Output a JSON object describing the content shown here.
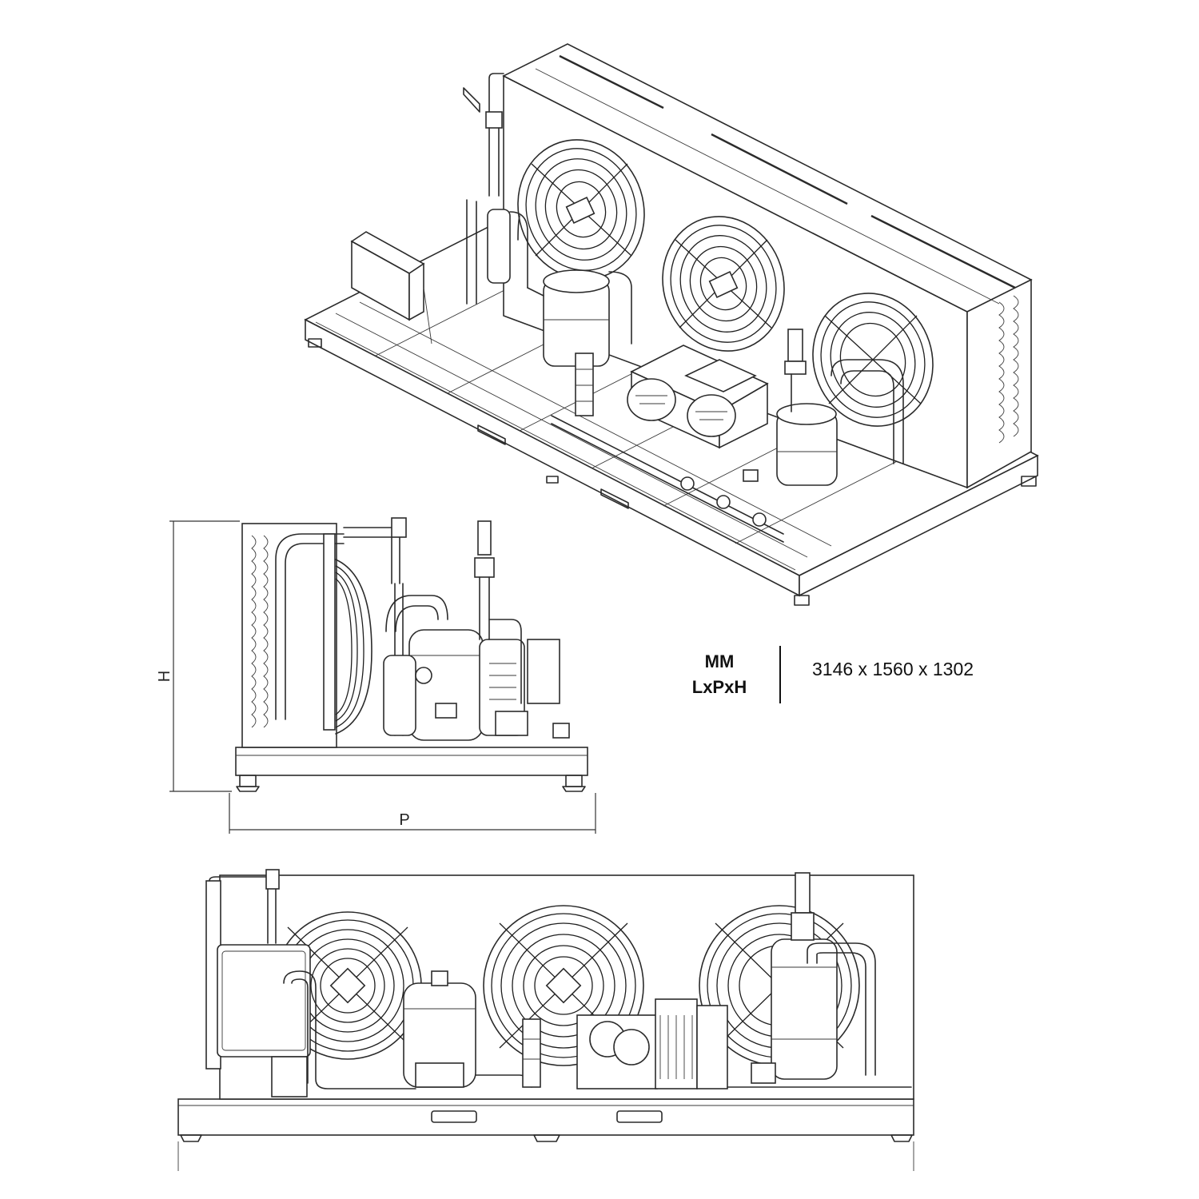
{
  "views": {
    "side": {
      "height_label": "H",
      "depth_label": "P"
    }
  },
  "spec": {
    "units": "MM",
    "dims_label": "LxPxH",
    "value": "3146 x 1560 x 1302"
  }
}
